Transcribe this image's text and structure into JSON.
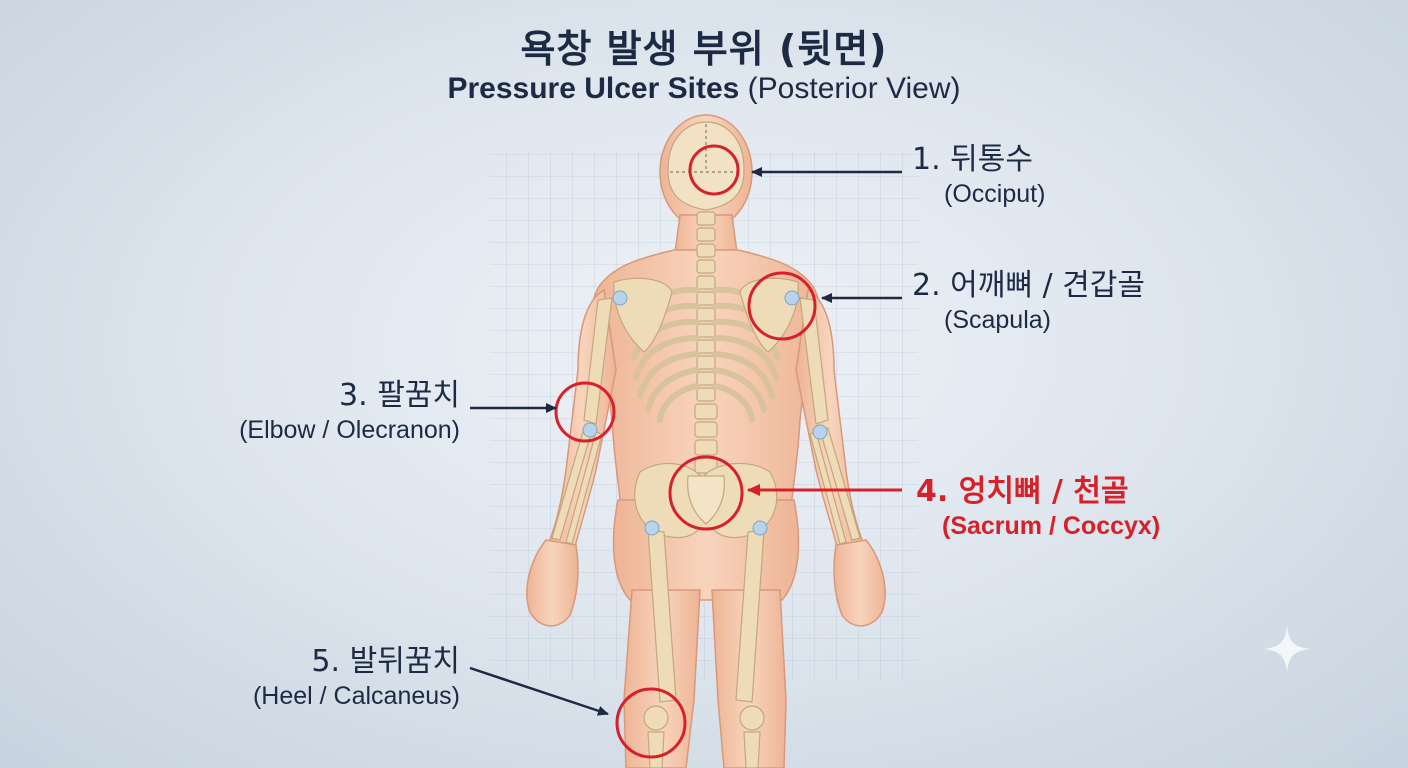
{
  "title": {
    "korean": "욕창 발생 부위 (뒷면)",
    "english_strong": "Pressure Ulcer Sites",
    "english_rest": "(Posterior View)"
  },
  "sites": [
    {
      "number": "1.",
      "korean": "뒤통수",
      "english": "(Occiput)"
    },
    {
      "number": "2.",
      "korean": "어깨뼈 / 견갑골",
      "english": "(Scapula)"
    },
    {
      "number": "3.",
      "korean": "팔꿈치",
      "english": "(Elbow / Olecranon)"
    },
    {
      "number": "4.",
      "korean": "엉치뼈 / 천골",
      "english": "(Sacrum / Coccyx)"
    },
    {
      "number": "5.",
      "korean": "발뒤꿈치",
      "english": "(Heel / Calcaneus)"
    }
  ],
  "colors": {
    "text": "#1d2a44",
    "highlight": "#d8202a",
    "skin": "#f4c6a8",
    "bone": "#eedcb8"
  }
}
